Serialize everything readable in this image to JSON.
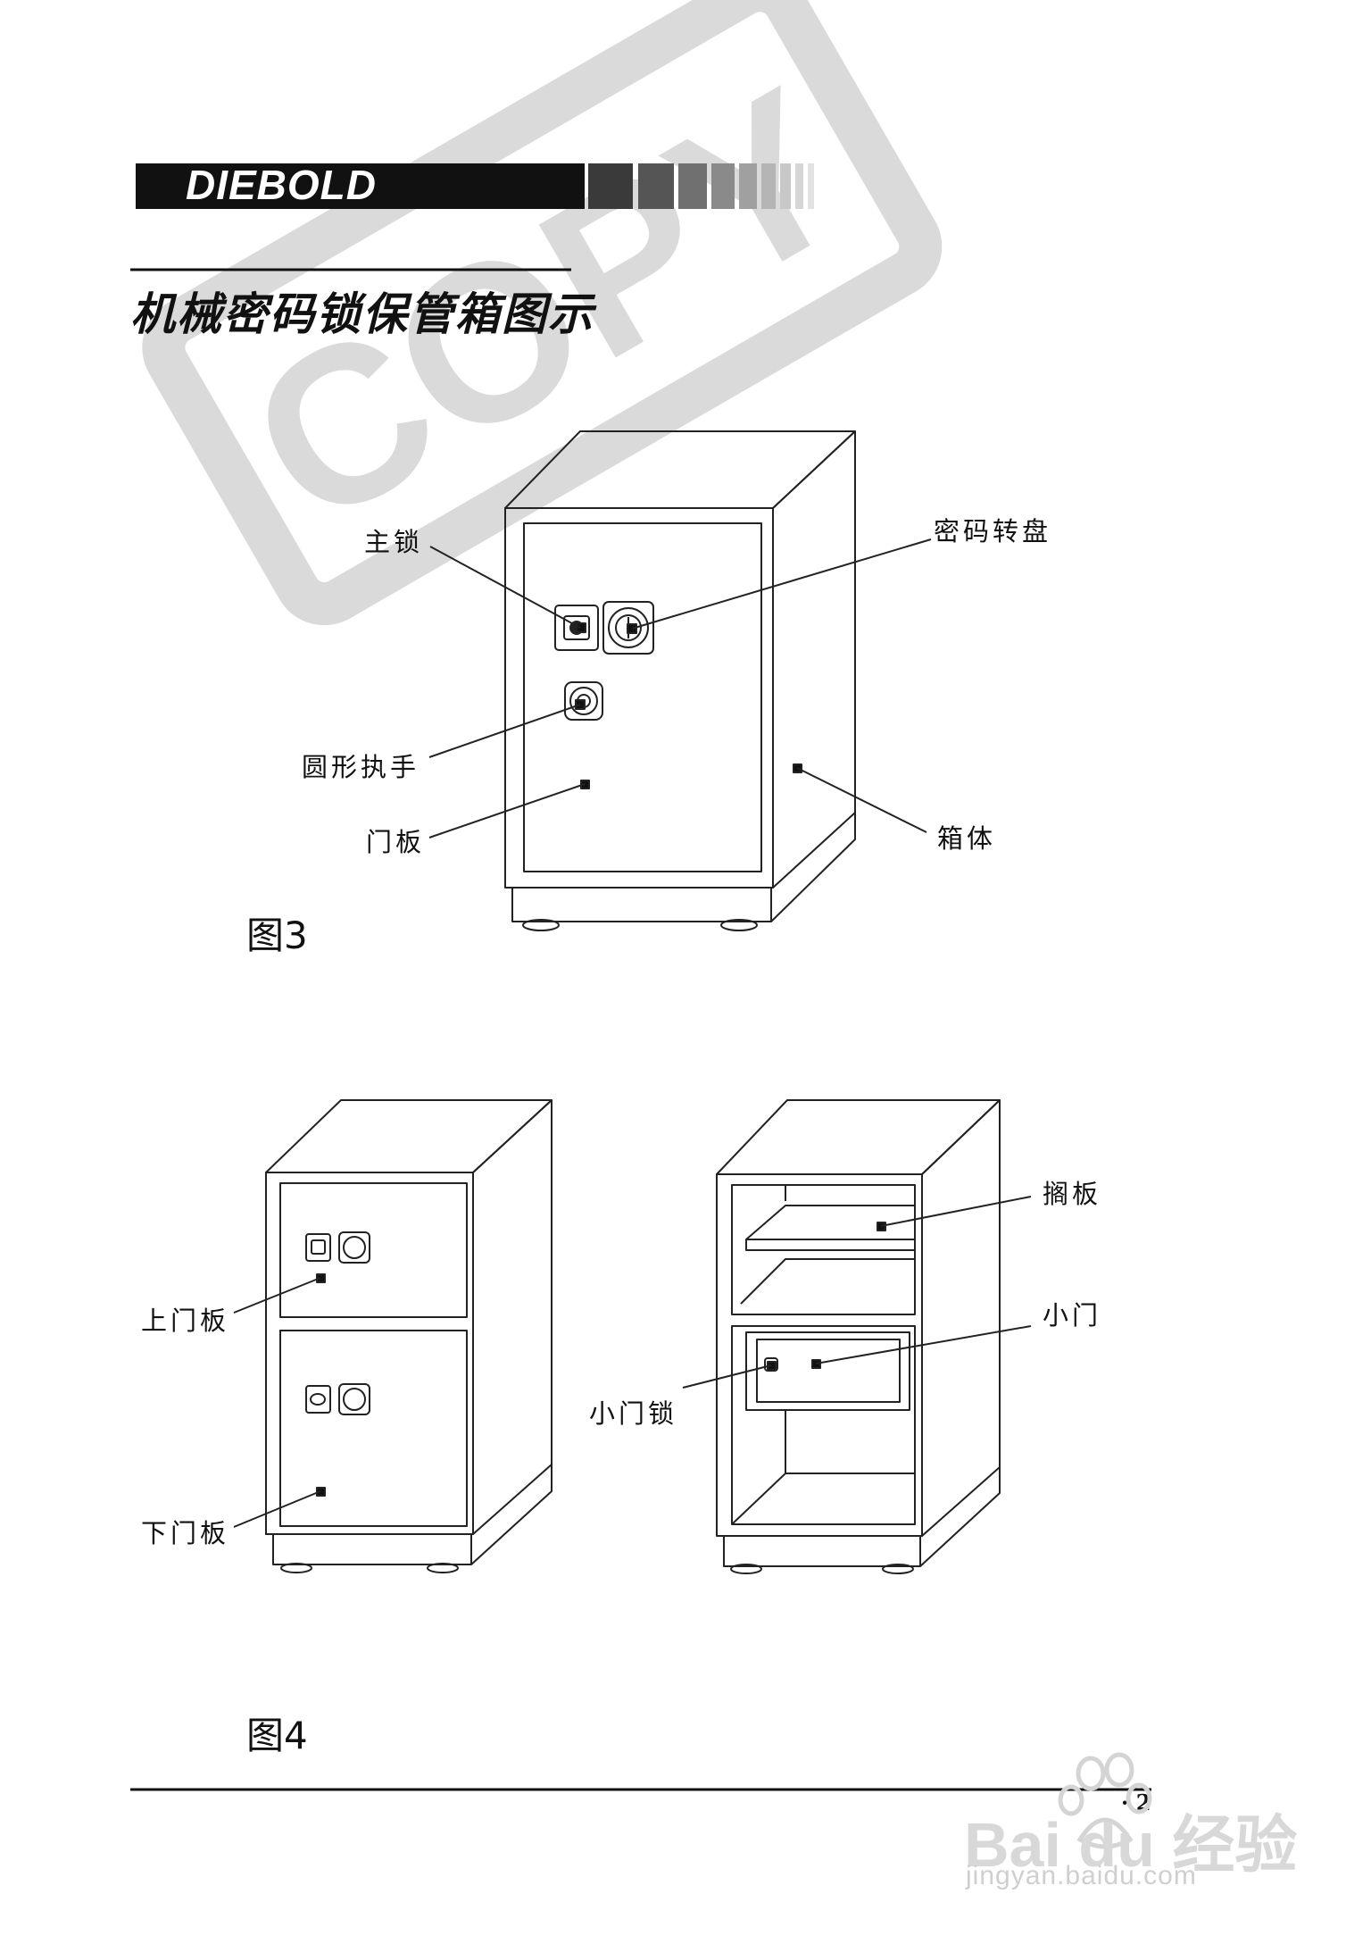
{
  "header": {
    "brand": "DIEBOLD",
    "title": "机械密码锁保管箱图示"
  },
  "watermark": {
    "stamp_text": "COPY",
    "site_logo": "Bai du 经验",
    "site_url": "jingyan.baidu.com"
  },
  "figure3": {
    "caption": "图3",
    "labels": {
      "main_lock": "主锁",
      "combination_dial": "密码转盘",
      "round_handle": "圆形执手",
      "door_panel": "门板",
      "cabinet_body": "箱体"
    }
  },
  "figure4": {
    "caption": "图4",
    "labels": {
      "upper_door": "上门板",
      "lower_door": "下门板",
      "shelf": "搁板",
      "small_door": "小门",
      "small_door_lock": "小门锁"
    }
  },
  "footer": {
    "page_number": "· 2"
  }
}
